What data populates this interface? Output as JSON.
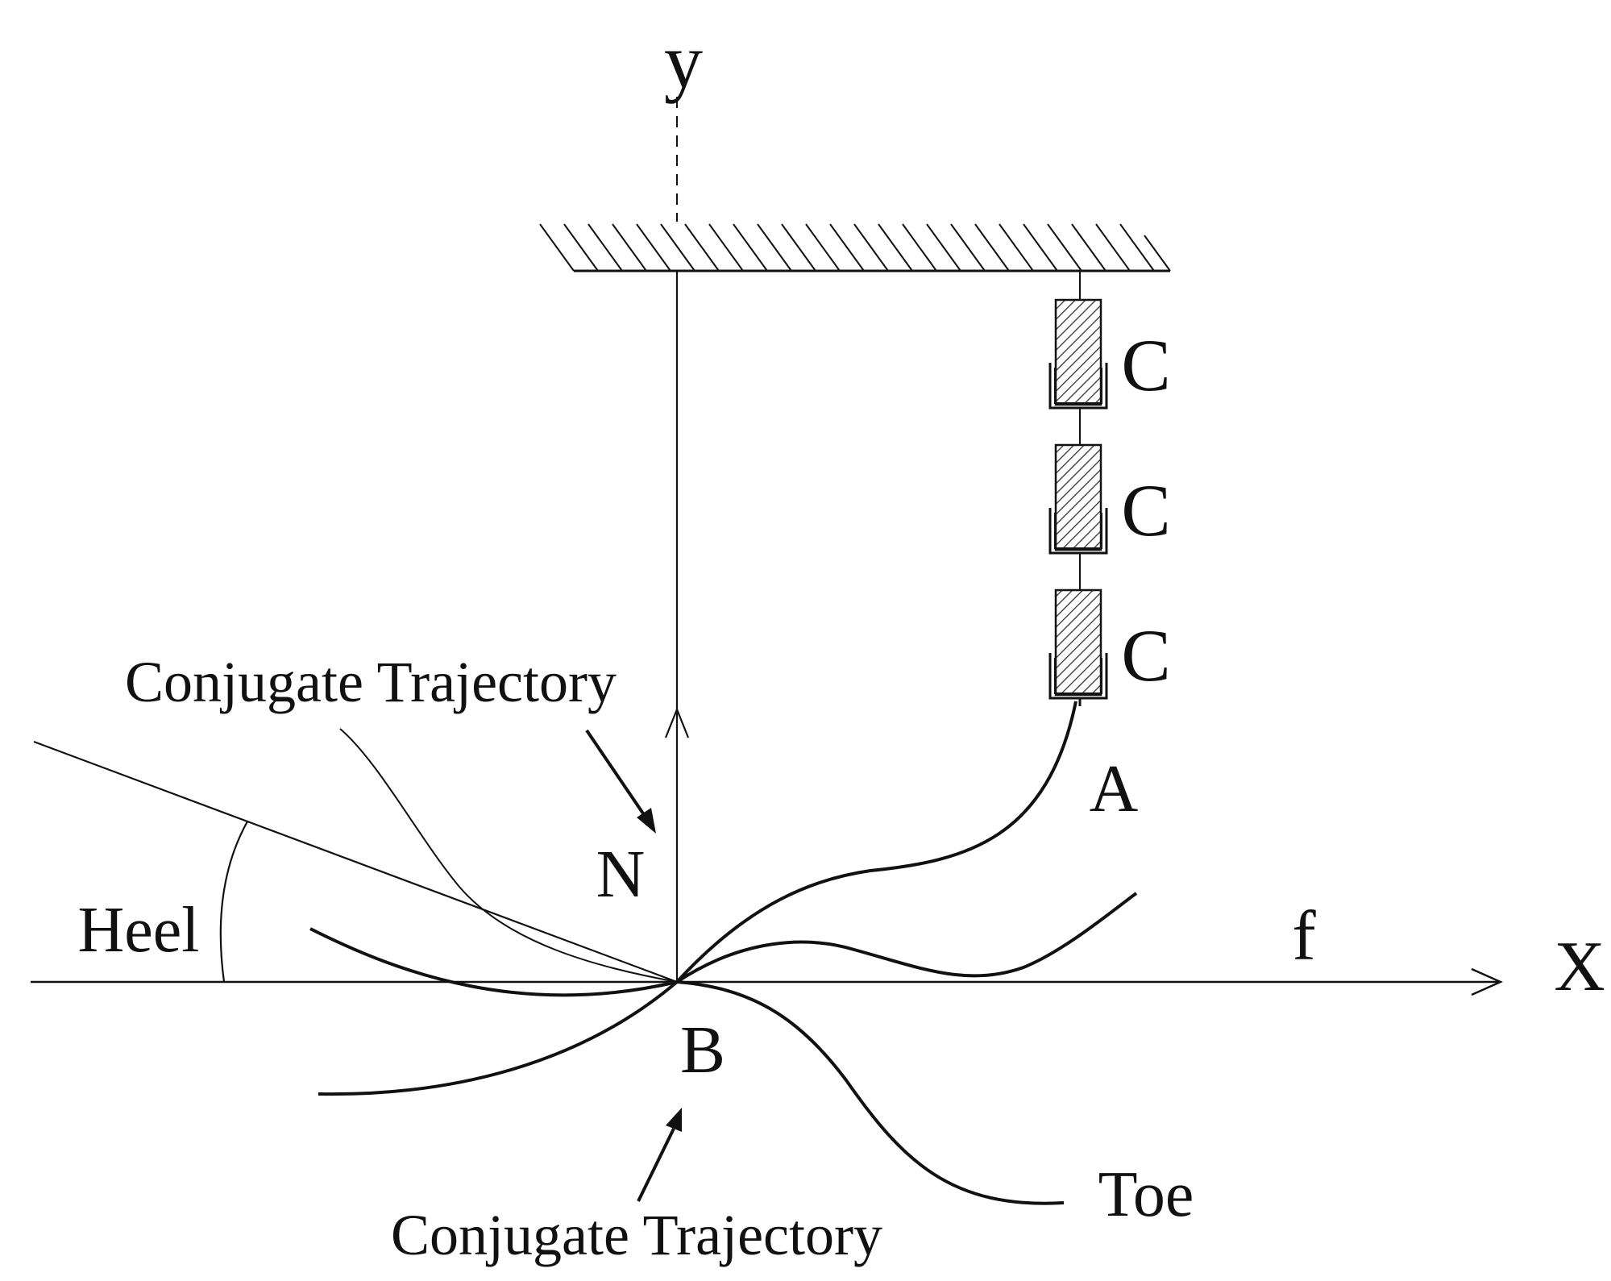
{
  "labels": {
    "y_axis": "y",
    "x_axis": "X",
    "constraint": "C",
    "point_a": "A",
    "point_b": "B",
    "normal": "N",
    "force": "f",
    "heel": "Heel",
    "toe": "Toe",
    "conjugate_top": "Conjugate Trajectory",
    "conjugate_bottom": "Conjugate Trajectory"
  },
  "colors": {
    "ink": "#111111",
    "block_fill": "#555555",
    "background": "#ffffff"
  }
}
